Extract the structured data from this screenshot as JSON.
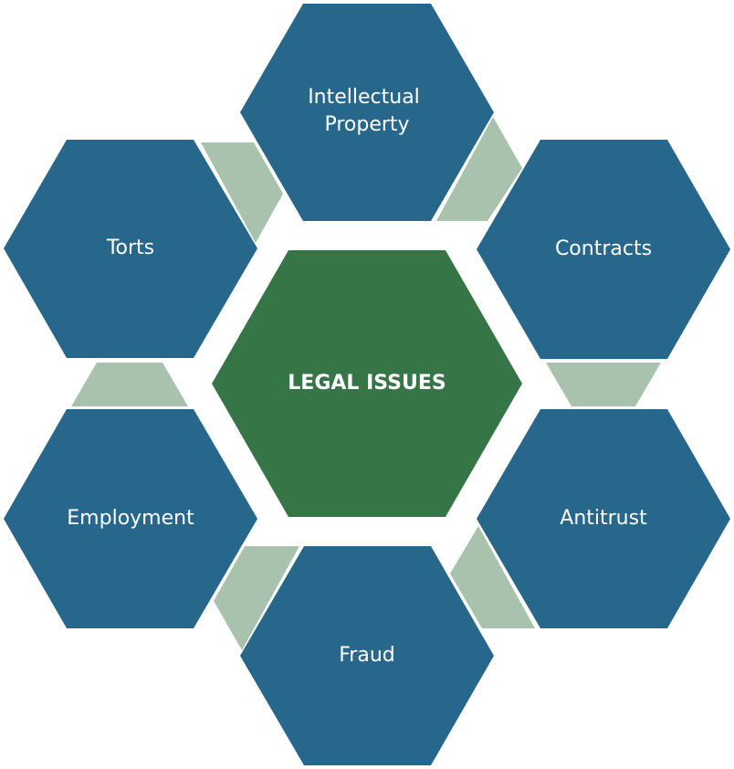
{
  "center": {
    "label": "LEGAL ISSUES"
  },
  "topics": [
    {
      "id": "intellectual-property",
      "lines": [
        "Intellectual",
        "Property"
      ]
    },
    {
      "id": "contracts",
      "lines": [
        "Contracts"
      ]
    },
    {
      "id": "antitrust",
      "lines": [
        "Antitrust"
      ]
    },
    {
      "id": "fraud",
      "lines": [
        "Fraud"
      ]
    },
    {
      "id": "employment",
      "lines": [
        "Employment"
      ]
    },
    {
      "id": "torts",
      "lines": [
        "Torts"
      ]
    }
  ],
  "colors": {
    "outer_hex": "#27678c",
    "center_hex": "#367545",
    "connector": "#a8c2ad",
    "background": "#ffffff"
  }
}
